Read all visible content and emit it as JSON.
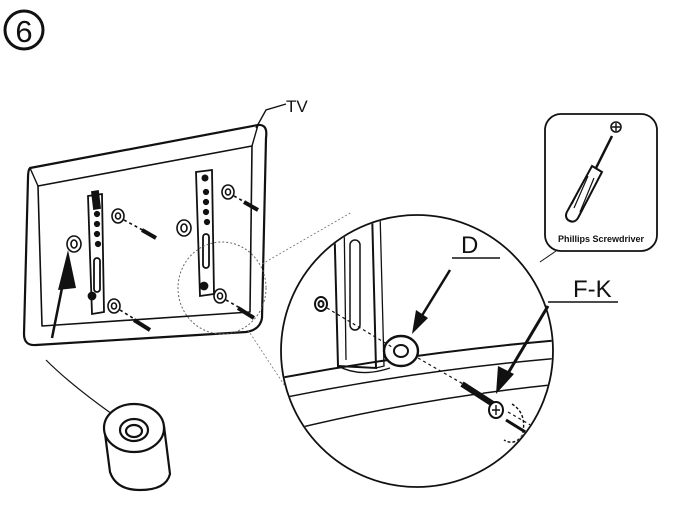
{
  "step": {
    "number": "6"
  },
  "labels": {
    "tv": "TV",
    "washer": "D",
    "screw": "F-K",
    "tool": "Phillips Screwdriver"
  },
  "colors": {
    "ink": "#111111",
    "paper": "#ffffff",
    "shade": "#8a8a8a"
  }
}
